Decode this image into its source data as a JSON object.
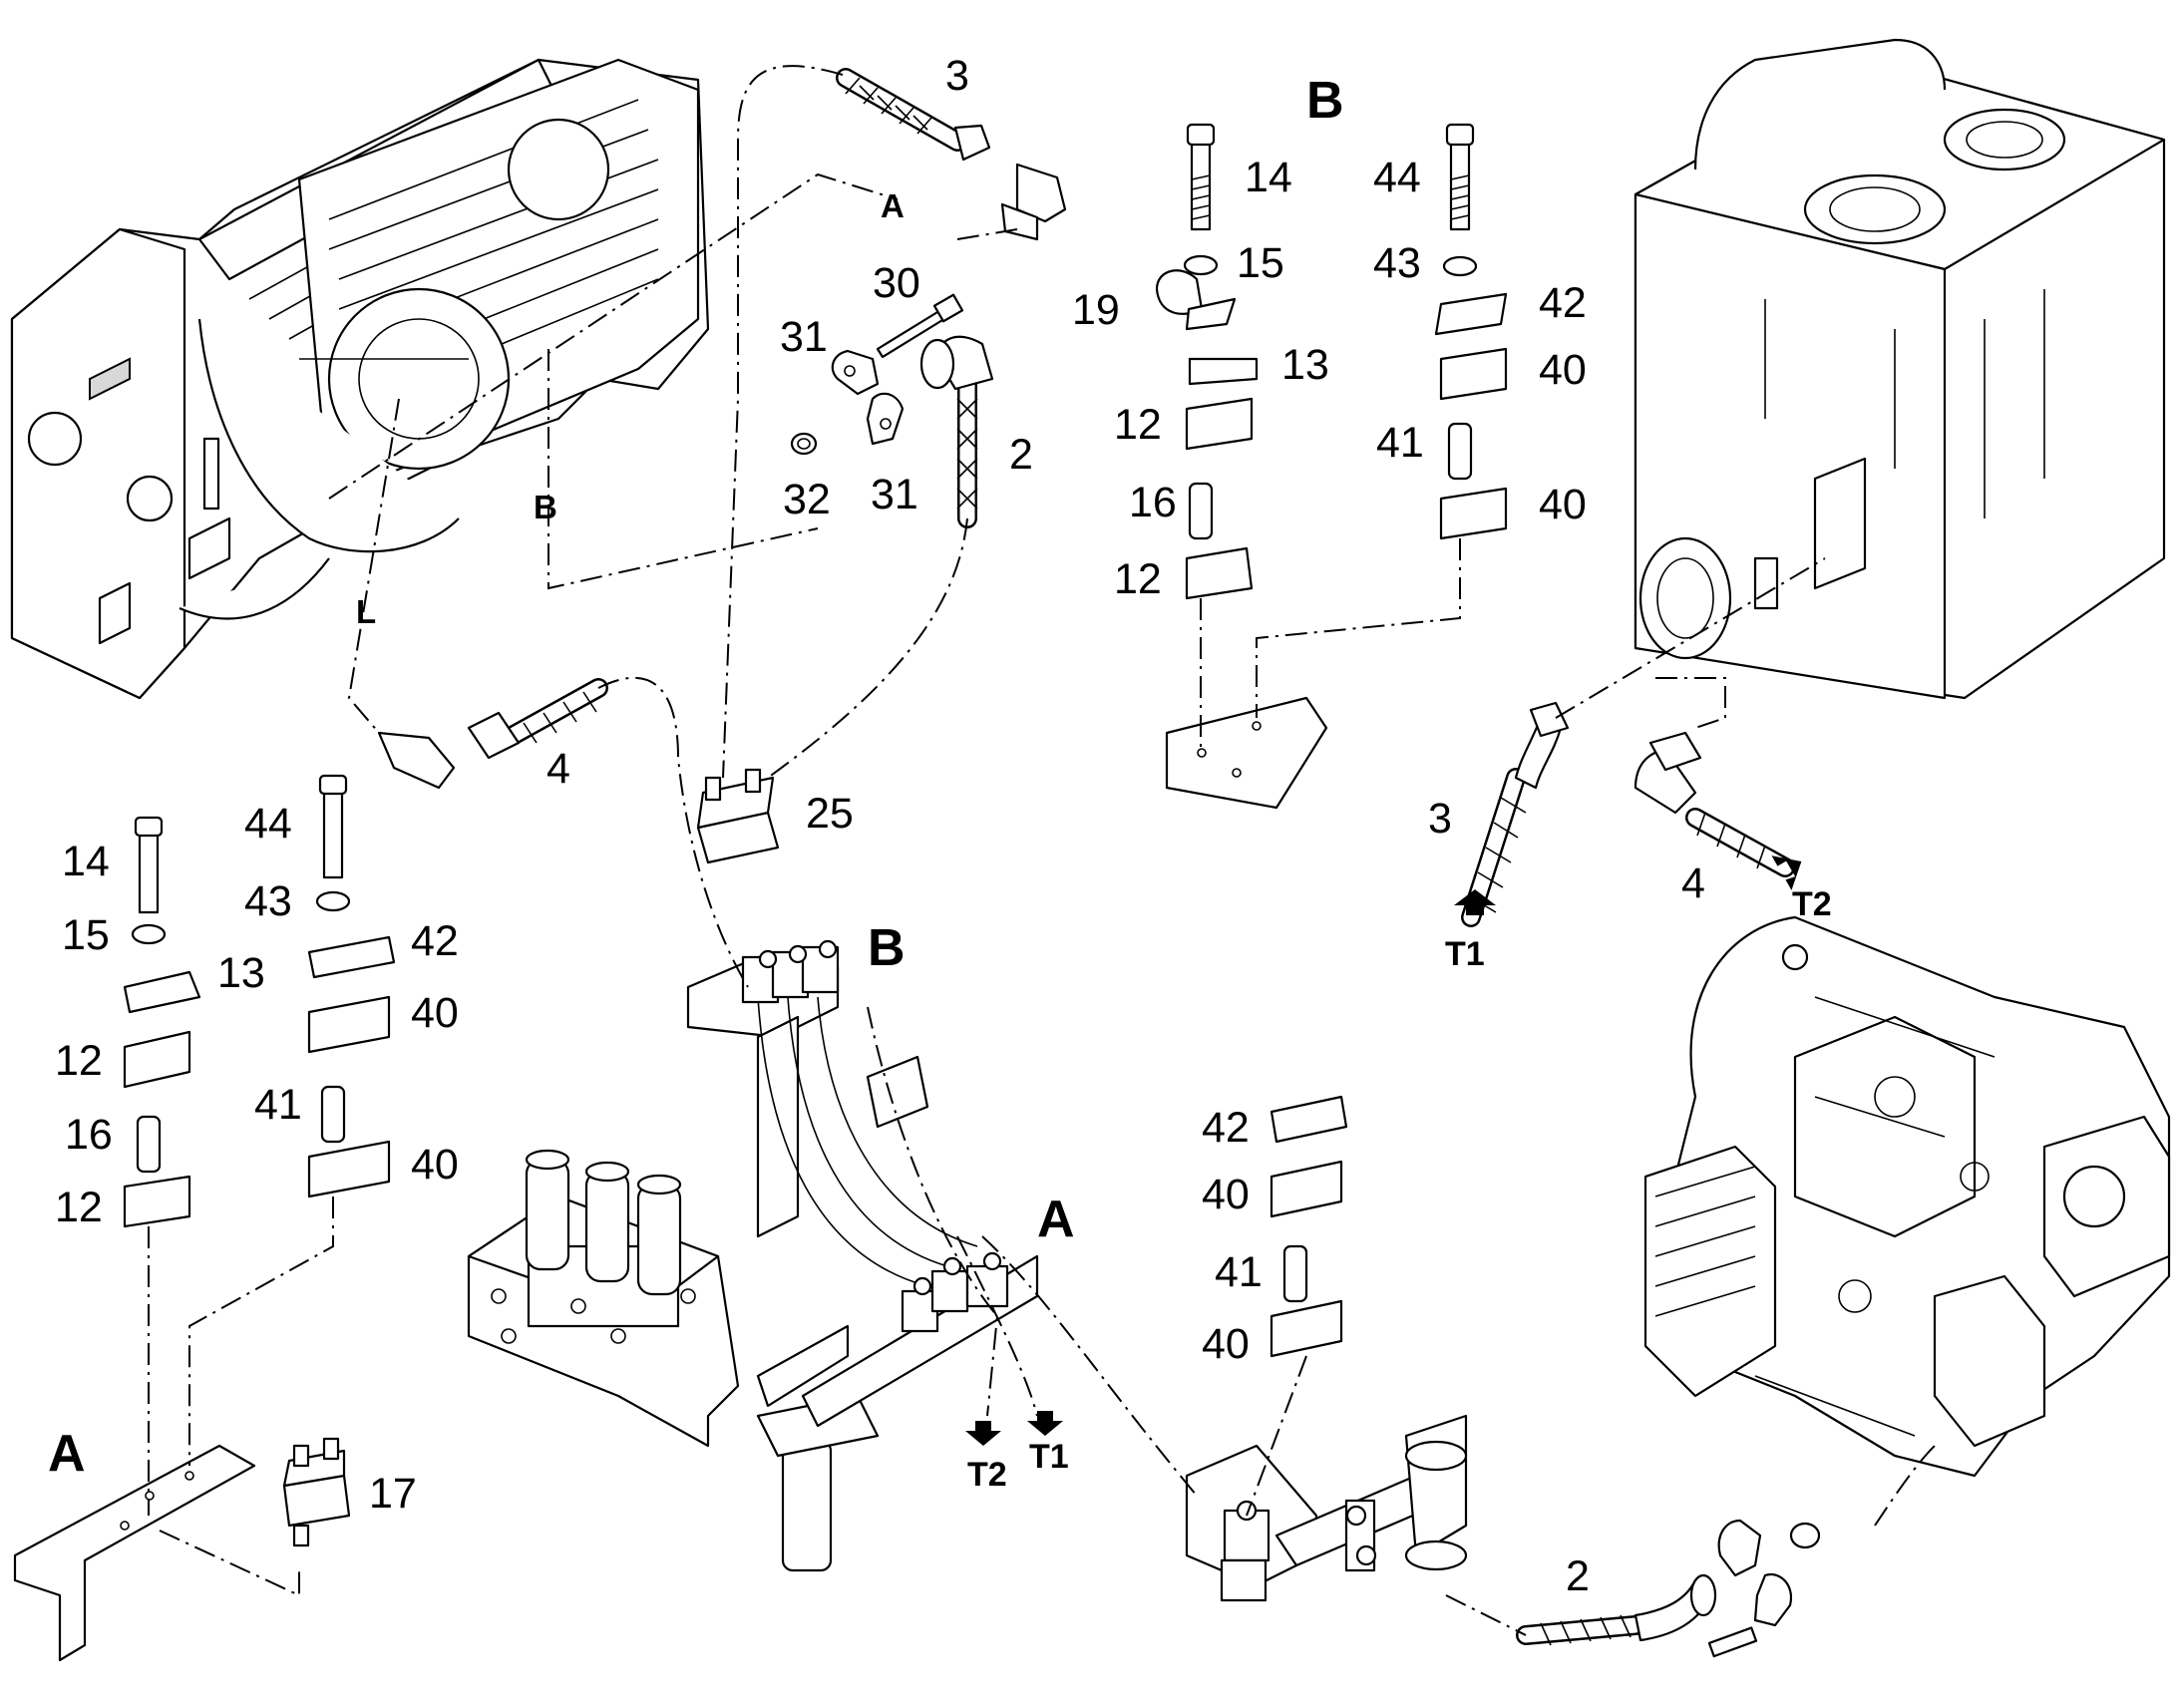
{
  "callouts": {
    "top_hose_3": "3",
    "top_bolt_14": "14",
    "top_washer_15": "15",
    "top_clamp_19": "19",
    "top_plate_13": "13",
    "top_clamp_12_upper": "12",
    "top_spacer_16": "16",
    "top_clamp_12_lower": "12",
    "top_bolt_44": "44",
    "top_washer_43": "43",
    "top_plate_42": "42",
    "top_clamp_40_upper": "40",
    "top_spacer_41": "41",
    "top_clamp_40_lower": "40",
    "bolt_30": "30",
    "flange_31_upper": "31",
    "oring_32": "32",
    "flange_31_lower": "31",
    "hose_2_upper": "2",
    "hose_4_left": "4",
    "block_25": "25",
    "left_bolt_14": "14",
    "left_washer_15": "15",
    "left_plate_13": "13",
    "left_clamp_12_upper": "12",
    "left_spacer_16": "16",
    "left_clamp_12_lower": "12",
    "left_bolt_44": "44",
    "left_washer_43": "43",
    "left_plate_42": "42",
    "left_clamp_40_upper": "40",
    "left_spacer_41": "41",
    "left_clamp_40_lower": "40",
    "clamp_17": "17",
    "mid_plate_42": "42",
    "mid_clamp_40_upper": "40",
    "mid_spacer_41": "41",
    "mid_clamp_40_lower": "40",
    "right_hose_3": "3",
    "right_hose_4": "4",
    "bottom_hose_2": "2"
  },
  "view_labels": {
    "view_b_top": "B",
    "view_b_mid": "B",
    "view_a_mid": "A",
    "view_a_left": "A"
  },
  "route_labels": {
    "route_a": "A",
    "route_b": "B",
    "route_l": "L"
  },
  "port_labels": {
    "t1_right": "T1",
    "t2_right": "T2",
    "t2_bottom": "T2",
    "t1_bottom": "T1"
  }
}
